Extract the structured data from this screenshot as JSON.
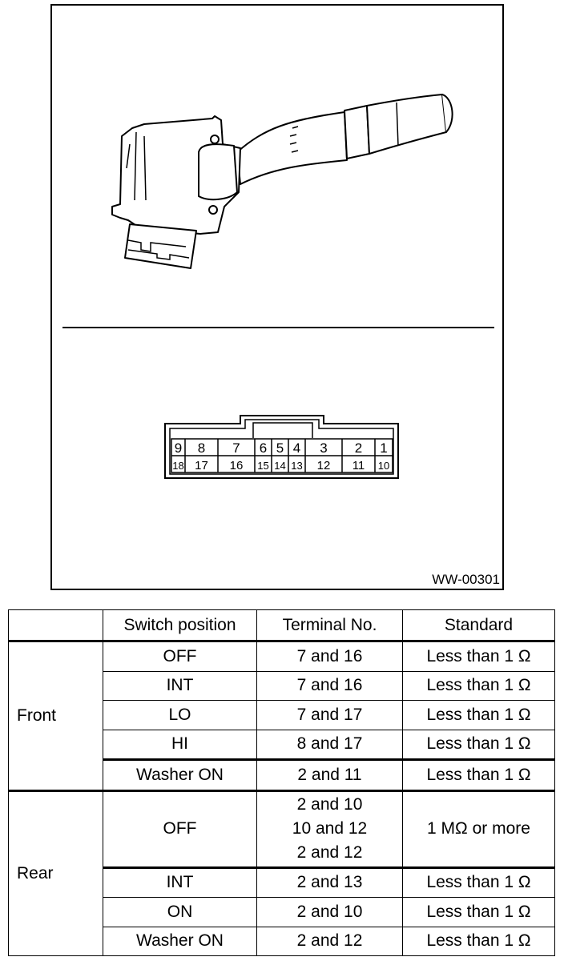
{
  "figure": {
    "figure_id": "WW-00301",
    "connector": {
      "top_row": [
        "9",
        "8",
        "7",
        "6",
        "5",
        "4",
        "3",
        "2",
        "1"
      ],
      "bottom_row": [
        "18",
        "17",
        "16",
        "15",
        "14",
        "13",
        "12",
        "11",
        "10"
      ]
    }
  },
  "table": {
    "headers": [
      "",
      "Switch position",
      "Terminal No.",
      "Standard"
    ],
    "groups": [
      {
        "name": "Front",
        "rows": [
          {
            "position": "OFF",
            "terminal": [
              "7 and 16"
            ],
            "standard": "Less than 1 Ω"
          },
          {
            "position": "INT",
            "terminal": [
              "7 and 16"
            ],
            "standard": "Less than 1 Ω"
          },
          {
            "position": "LO",
            "terminal": [
              "7 and 17"
            ],
            "standard": "Less than 1 Ω"
          },
          {
            "position": "HI",
            "terminal": [
              "8 and 17"
            ],
            "standard": "Less than 1 Ω"
          },
          {
            "position": "Washer ON",
            "terminal": [
              "2 and 11"
            ],
            "standard": "Less than 1 Ω"
          }
        ]
      },
      {
        "name": "Rear",
        "rows": [
          {
            "position": "OFF",
            "terminal": [
              "2 and 10",
              "10 and 12",
              "2 and 12"
            ],
            "standard": "1 MΩ or more"
          },
          {
            "position": "INT",
            "terminal": [
              "2 and 13"
            ],
            "standard": "Less than 1 Ω"
          },
          {
            "position": "ON",
            "terminal": [
              "2 and 10"
            ],
            "standard": "Less than 1 Ω"
          },
          {
            "position": "Washer ON",
            "terminal": [
              "2 and 12"
            ],
            "standard": "Less than 1 Ω"
          }
        ]
      }
    ]
  }
}
